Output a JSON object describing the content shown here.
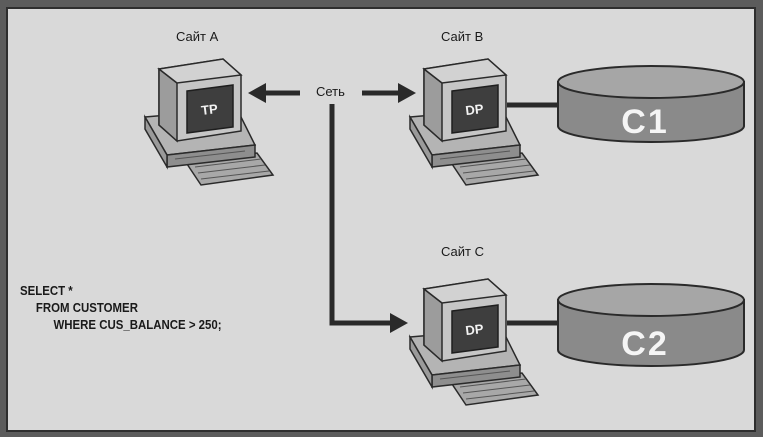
{
  "sites": {
    "a": {
      "label": "Сайт A",
      "processor": "TP"
    },
    "b": {
      "label": "Сайт B",
      "processor": "DP"
    },
    "c": {
      "label": "Сайт C",
      "processor": "DP"
    }
  },
  "network": {
    "label": "Сеть"
  },
  "databases": {
    "c1": {
      "label": "C1"
    },
    "c2": {
      "label": "C2"
    }
  },
  "query": {
    "line1": "SELECT *",
    "line2": "FROM CUSTOMER",
    "line3": "WHERE CUS_BALANCE > 250;"
  }
}
